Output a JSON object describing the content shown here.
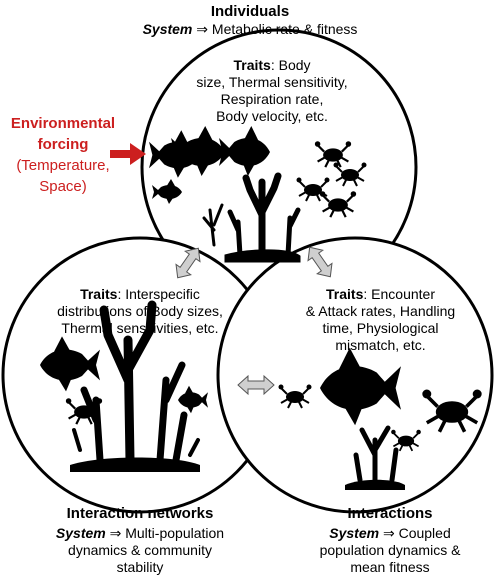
{
  "top": {
    "heading": "Individuals",
    "system_word": "System",
    "system_arrow": "⇒",
    "system_text": "Metabolic rate & fitness",
    "traits_word": "Traits",
    "traits_lines": [
      ": Body",
      "size, Thermal sensitivity,",
      "Respiration rate,",
      "Body velocity, etc."
    ]
  },
  "forcing": {
    "title_line1": "Environmental",
    "title_line2": "forcing",
    "sub_line1": "(Temperature,",
    "sub_line2": "Space)",
    "color": "#cc1f1f"
  },
  "left": {
    "heading": "Interaction networks",
    "system_word": "System",
    "system_arrow": "⇒",
    "system_lines": [
      "Multi-population",
      "dynamics & community",
      "stability"
    ],
    "traits_word": "Traits",
    "traits_lines": [
      ": Interspecific",
      "distributions of Body sizes,",
      "Thermal sensitivities, etc."
    ]
  },
  "right": {
    "heading": "Interactions",
    "system_word": "System",
    "system_arrow": "⇒",
    "system_lines": [
      "Coupled",
      "population dynamics &",
      "mean fitness"
    ],
    "traits_word": "Traits",
    "traits_lines": [
      ": Encounter",
      "& Attack rates, Handling",
      "time, Physiological",
      "mismatch, etc."
    ]
  },
  "icons": [
    "fish-icon",
    "crab-icon",
    "coral-icon",
    "double-arrow-icon",
    "red-arrow-icon"
  ]
}
